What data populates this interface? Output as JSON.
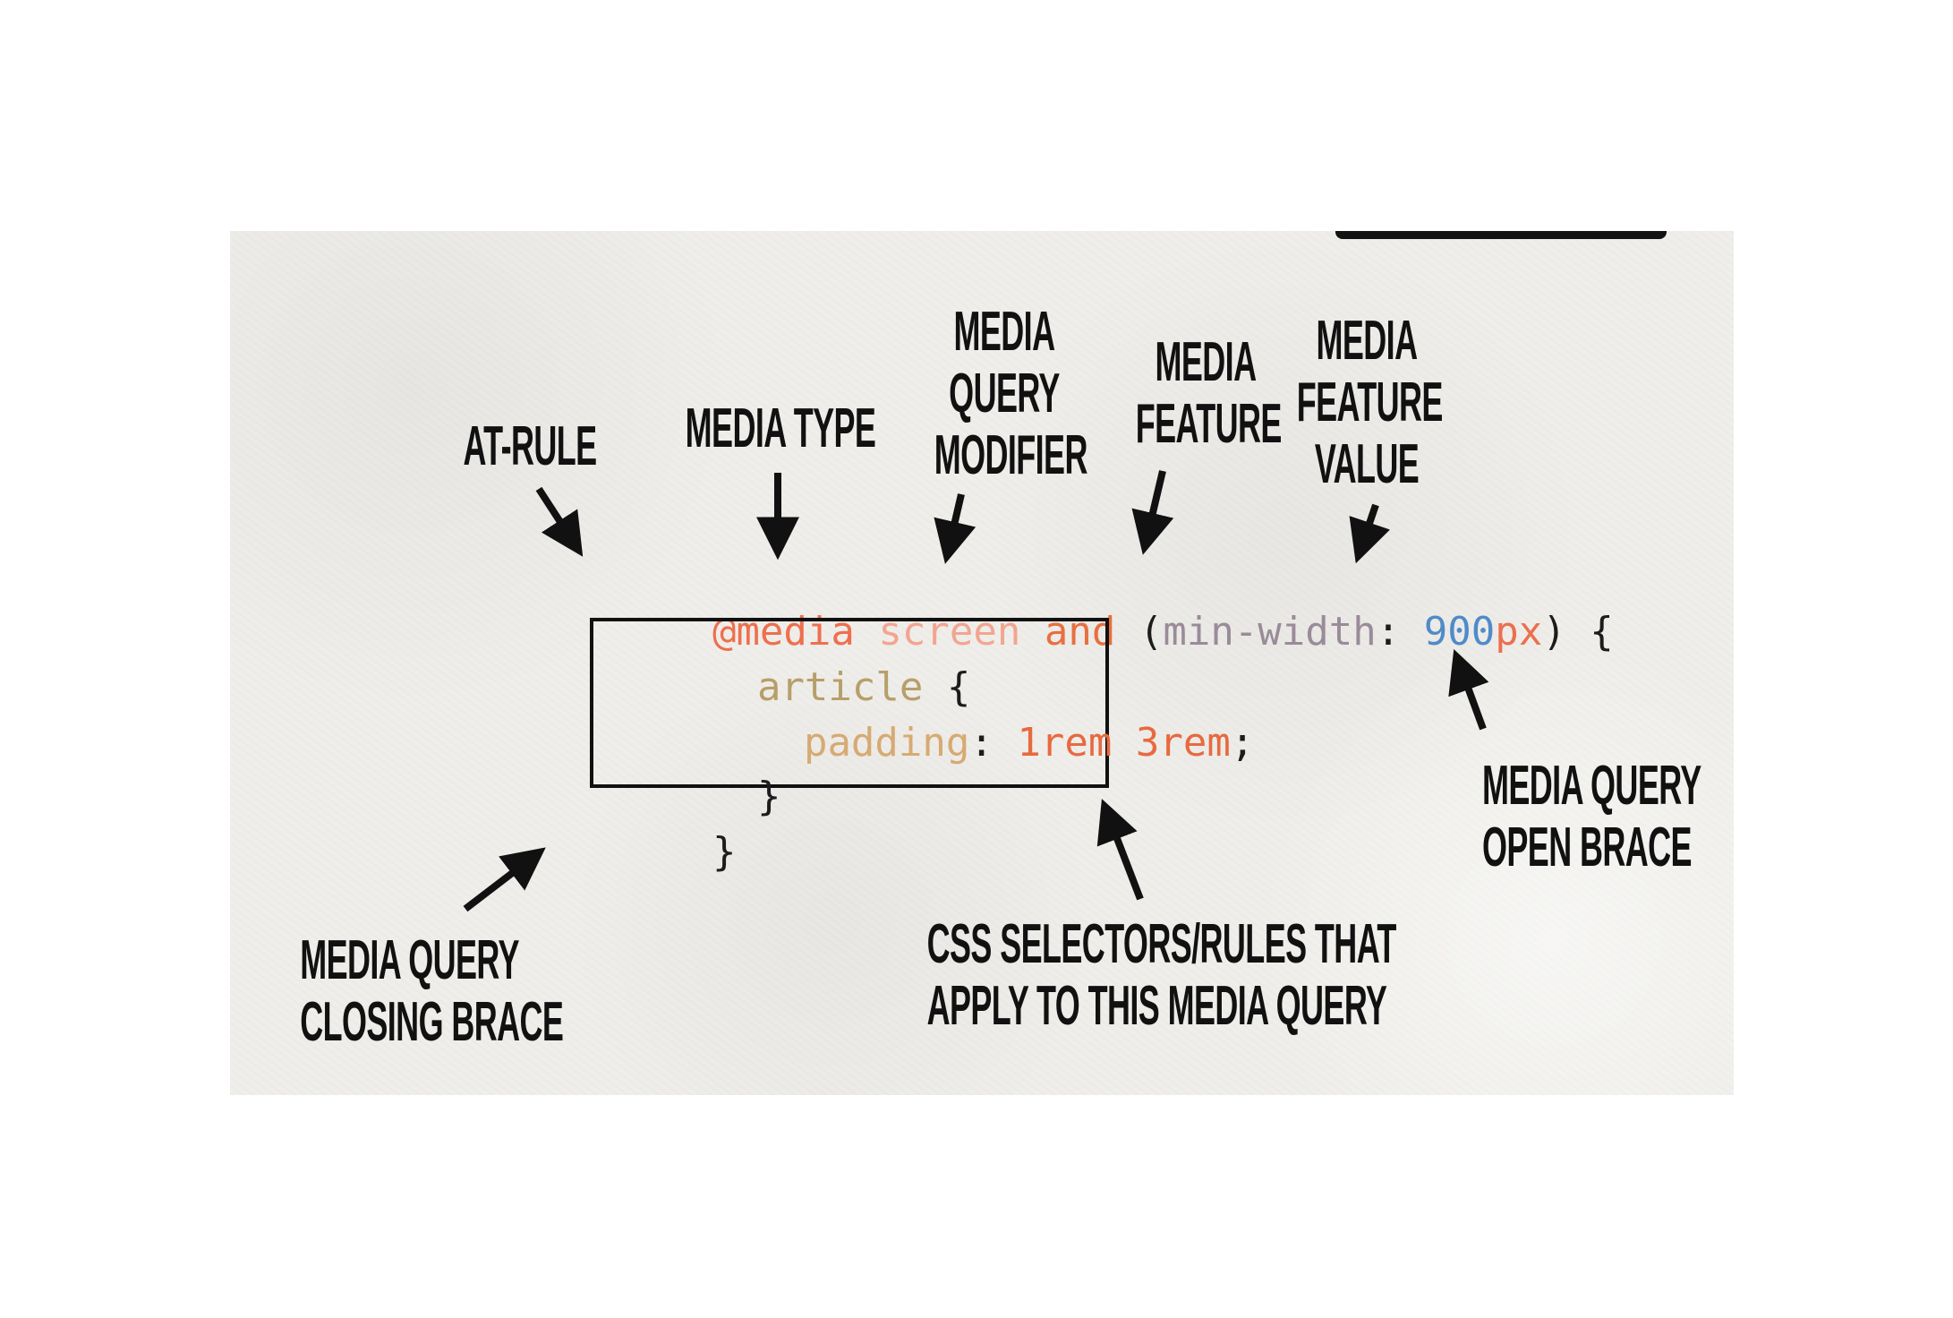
{
  "labels": {
    "at_rule": "AT-RULE",
    "media_type": "MEDIA TYPE",
    "modifier": [
      "MEDIA",
      "QUERY",
      "MODIFIER"
    ],
    "feature": [
      "MEDIA",
      "FEATURE"
    ],
    "feature_value": [
      "MEDIA",
      "FEATURE",
      "VALUE"
    ],
    "open_brace": [
      "MEDIA QUERY",
      "OPEN BRACE"
    ],
    "closing_brace": [
      "MEDIA QUERY",
      "CLOSING BRACE"
    ],
    "selectors_rules": [
      "CSS SELECTORS/RULES THAT",
      "APPLY TO THIS MEDIA QUERY"
    ]
  },
  "code": {
    "line1": {
      "at_rule": "@media",
      "media_type": "screen",
      "modifier": "and",
      "paren_open": "(",
      "feature": "min-width",
      "colon": ":",
      "number": "900",
      "unit": "px",
      "paren_close": ")",
      "brace": "{"
    },
    "line2": {
      "selector": "article",
      "brace": "{"
    },
    "line3": {
      "property": "padding",
      "colon": ":",
      "value1": "1rem",
      "value2": "3rem",
      "semicolon": ";"
    },
    "line4": {
      "brace": "}"
    },
    "line5": {
      "brace": "}"
    }
  },
  "colors": {
    "at_rule": "#ee6f4e",
    "media_type": "#f2a591",
    "modifier": "#e86f3f",
    "feature": "#9a8b99",
    "number": "#4f8bc9",
    "unit": "#ec6f4e",
    "selector": "#b79f6a",
    "property": "#d7aa73",
    "value": "#e8693f",
    "ink": "#111111",
    "slide_background": "#efeeea"
  }
}
